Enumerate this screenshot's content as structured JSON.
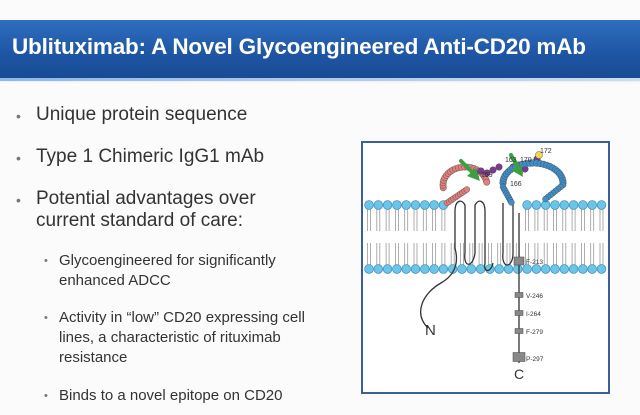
{
  "slide": {
    "title": "Ublituximab: A Novel Glycoengineered Anti-CD20 mAb"
  },
  "bullets": {
    "level1": [
      {
        "bullet": "•",
        "text": "Unique protein sequence"
      },
      {
        "bullet": "•",
        "text": "Type 1 Chimeric IgG1 mAb"
      },
      {
        "bullet": "•",
        "text_line1": "Potential advantages over",
        "text_line2": "current standard of care:"
      }
    ],
    "level2": [
      {
        "bullet": "•",
        "line1": "Glycoengineered for significantly",
        "line2": "enhanced ADCC"
      },
      {
        "bullet": "•",
        "line1": "Activity in “low” CD20 expressing cell",
        "line2": "lines, a characteristic of rituximab",
        "line3": "resistance"
      },
      {
        "bullet": "•",
        "line1": "Binds to a novel epitope on CD20"
      }
    ]
  },
  "figure": {
    "residue_labels": {
      "r159": "159",
      "r163": "163",
      "r170": "170",
      "r172": "172",
      "r166": "166"
    },
    "site_labels": {
      "f213": "F-213",
      "v246": "V-246",
      "i264": "I-264",
      "f279": "F-279",
      "p297": "P-297"
    },
    "terminus": {
      "n": "N",
      "c": "C"
    },
    "colors": {
      "membrane": "#6cc4e8",
      "loop_left": "#e07f7b",
      "loop_right": "#3f8ec9",
      "epitope": "#7a3b8f",
      "arrow": "#3aa040",
      "frame": "#3a5f9a"
    }
  }
}
